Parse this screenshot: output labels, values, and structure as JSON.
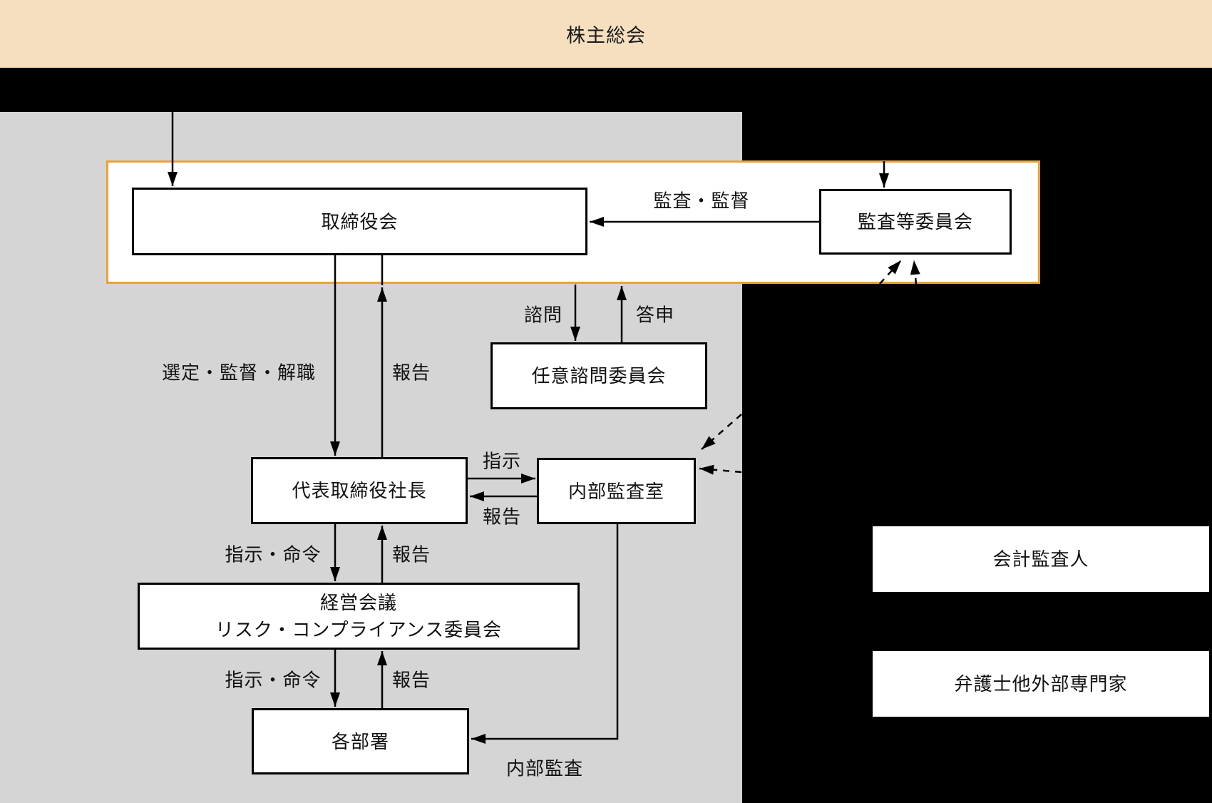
{
  "banner": {
    "title": "株主総会"
  },
  "nodes": {
    "board": "取締役会",
    "audit_committee": "監査等委員会",
    "advisory_committee": "任意諮問委員会",
    "president": "代表取締役社長",
    "internal_audit_office": "内部監査室",
    "management_meeting_line1": "経営会議",
    "management_meeting_line2": "リスク・コンプライアンス委員会",
    "departments": "各部署",
    "accounting_auditor": "会計監査人",
    "external_experts": "弁護士他外部専門家"
  },
  "edge_labels": {
    "audit_supervision": "監査・監督",
    "consultation": "諮問",
    "report_back": "答申",
    "selection_supervision_dismissal": "選定・監督・解職",
    "report_to_board": "報告",
    "instruction": "指示",
    "report_to_president_from_audit": "報告",
    "instruction_order_upper": "指示・命令",
    "report_to_president": "報告",
    "instruction_order_lower": "指示・命令",
    "report_to_management": "報告",
    "internal_audit": "内部監査"
  },
  "colors": {
    "banner_beige": "#f5dfbf",
    "panel_gray": "#d5d5d5",
    "panel_black": "#000000",
    "group_border_orange": "#e8a23c",
    "node_border": "#000000",
    "node_fill": "#ffffff"
  }
}
